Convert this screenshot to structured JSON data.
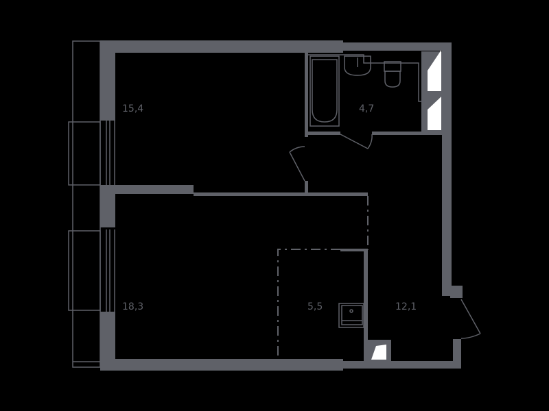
{
  "floor_plan": {
    "type": "apartment floor plan",
    "colors": {
      "background": "#000000",
      "walls": "#5f6168",
      "shafts": "#ffffff"
    },
    "rooms": [
      {
        "id": "bedroom",
        "area": "15,4"
      },
      {
        "id": "bathroom",
        "area": "4,7"
      },
      {
        "id": "living-room",
        "area": "18,3"
      },
      {
        "id": "kitchen",
        "area": "5,5"
      },
      {
        "id": "hallway",
        "area": "12,1"
      }
    ],
    "fixtures": [
      "bathtub",
      "washbasin",
      "toilet",
      "kitchen-sink"
    ],
    "openings": [
      "bedroom-door",
      "bathroom-door",
      "entrance-door",
      "bedroom-window",
      "living-room-window"
    ]
  }
}
